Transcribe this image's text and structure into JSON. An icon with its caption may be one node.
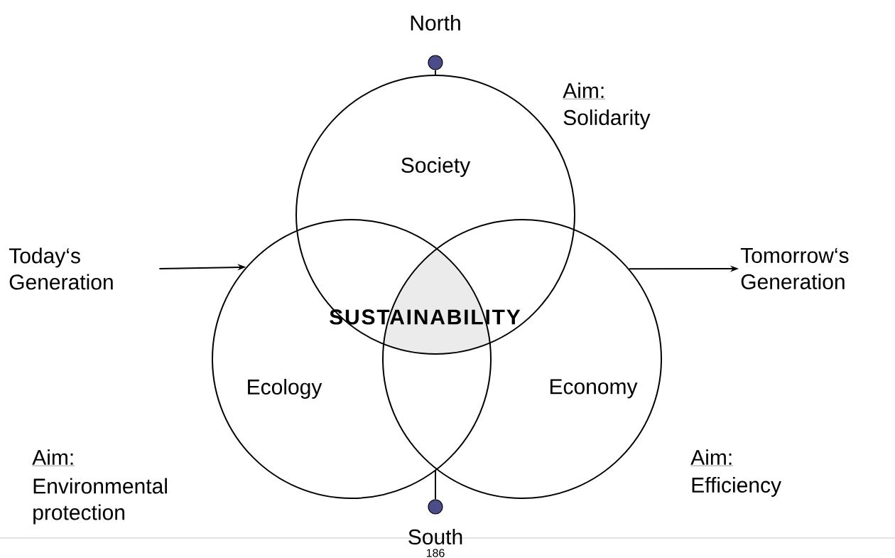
{
  "diagram": {
    "nodes": [
      {
        "text": [
          "Society"
        ]
      },
      {
        "text": [
          "Ecology"
        ]
      },
      {
        "text": [
          "Economy"
        ]
      },
      {
        "text": [
          "North"
        ]
      },
      {
        "text": [
          "South"
        ]
      },
      {
        "text": [
          "Today‘s Generation"
        ]
      },
      {
        "text": [
          "Tomorrow‘s Generation"
        ]
      },
      {
        "text": [],
        "shape": "triangle"
      }
    ],
    "edges": [
      {
        "from": 3,
        "to": 0,
        "arrow": "none"
      },
      {
        "from": 4,
        "to": 1,
        "arrow": "none"
      },
      {
        "from": 5,
        "to": 1,
        "arrow": "to"
      },
      {
        "from": 2,
        "to": 6,
        "arrow": "to"
      }
    ],
    "labels": [
      "Aim:",
      "Solidarity",
      "SUSTAINABILITY",
      "Aim:",
      "Environmental protection",
      "Aim:",
      "Efficiency",
      "186"
    ]
  }
}
